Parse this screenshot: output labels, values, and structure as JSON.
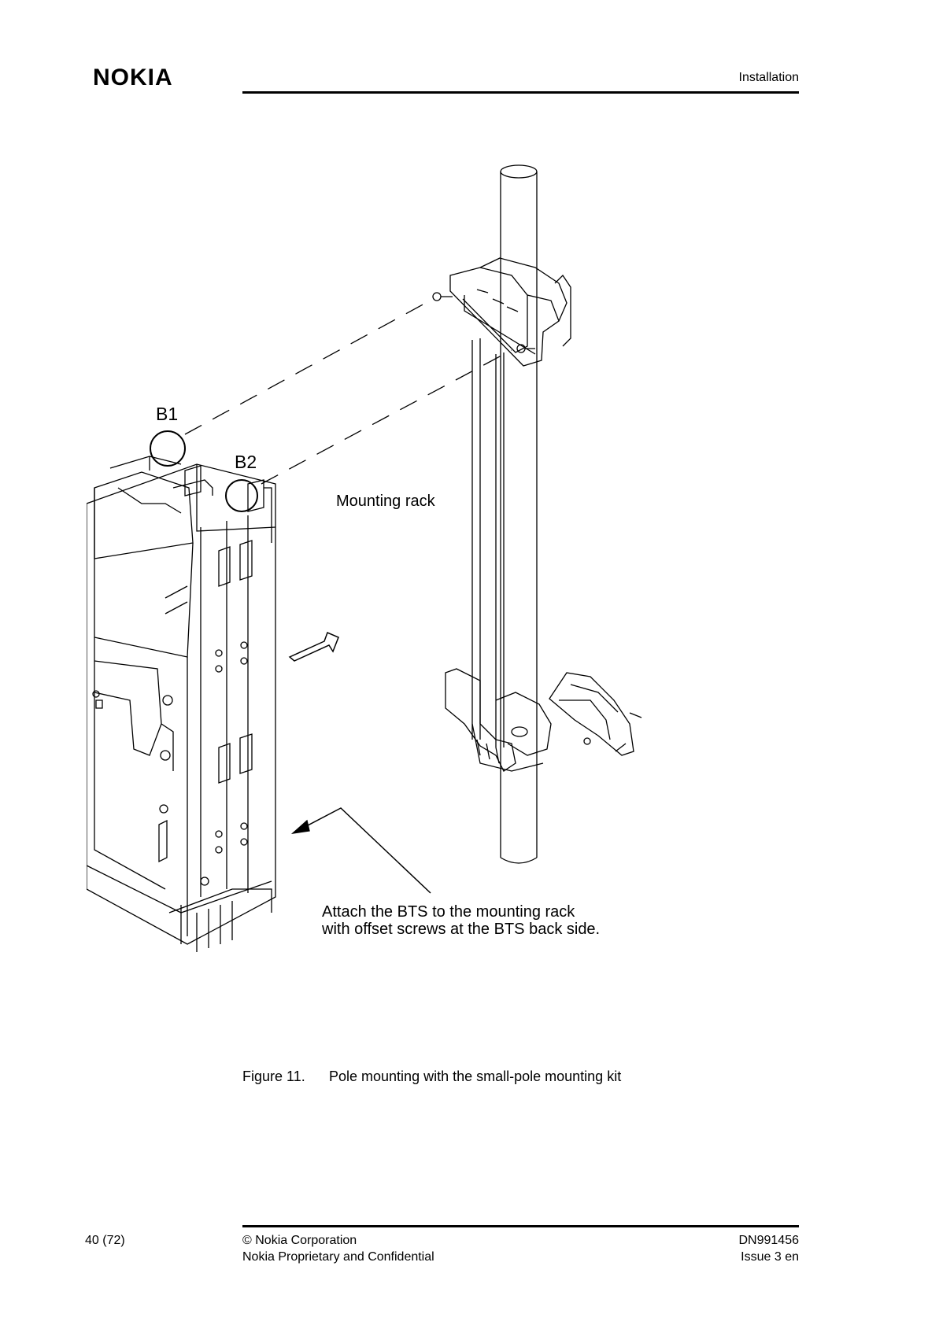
{
  "header": {
    "logo_text": "NOKIA",
    "section": "Installation"
  },
  "figure": {
    "labels": {
      "b1": "B1",
      "b2": "B2",
      "mounting_rack": "Mounting rack",
      "attach_line1": "Attach the BTS to the mounting rack",
      "attach_line2": "with offset screws at the BTS back side."
    }
  },
  "caption": {
    "number": "Figure 11.",
    "text": "Pole mounting with the small-pole mounting kit"
  },
  "footer": {
    "page": "40 (72)",
    "copyright": "© Nokia Corporation",
    "confidential": "Nokia Proprietary and Confidential",
    "doc_id": "DN991456",
    "issue": "Issue 3 en"
  }
}
